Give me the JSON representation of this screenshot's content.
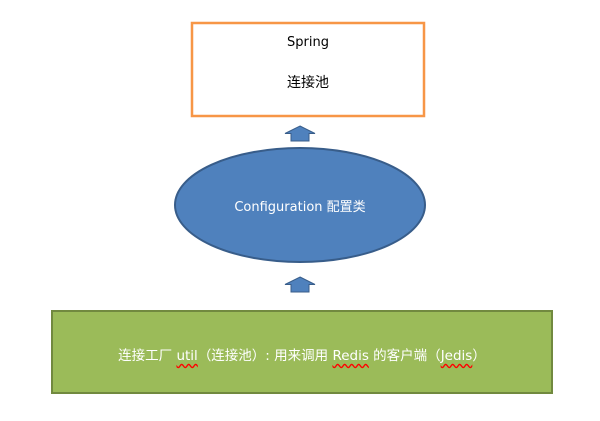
{
  "spring_box": {
    "line1": "Spring",
    "line2": "连接池"
  },
  "config_ellipse": {
    "label": "Configuration 配置类"
  },
  "factory_box": {
    "label_prefix": "连接工厂 ",
    "util_word": "util",
    "label_middle": "（连接池）: 用来调用 ",
    "redis_word": "Redis",
    "label_after_redis": " 的客户端（",
    "jedis_word": "Jedis",
    "label_suffix": "）"
  },
  "colors": {
    "spring_border": "#f79646",
    "ellipse_fill": "#4f81bd",
    "ellipse_stroke": "#385d8a",
    "factory_fill": "#9bbb59",
    "factory_stroke": "#71893f",
    "arrow_fill": "#4f81bd",
    "arrow_stroke": "#385d8a",
    "spellcheck_squiggle": "#ff0000"
  }
}
